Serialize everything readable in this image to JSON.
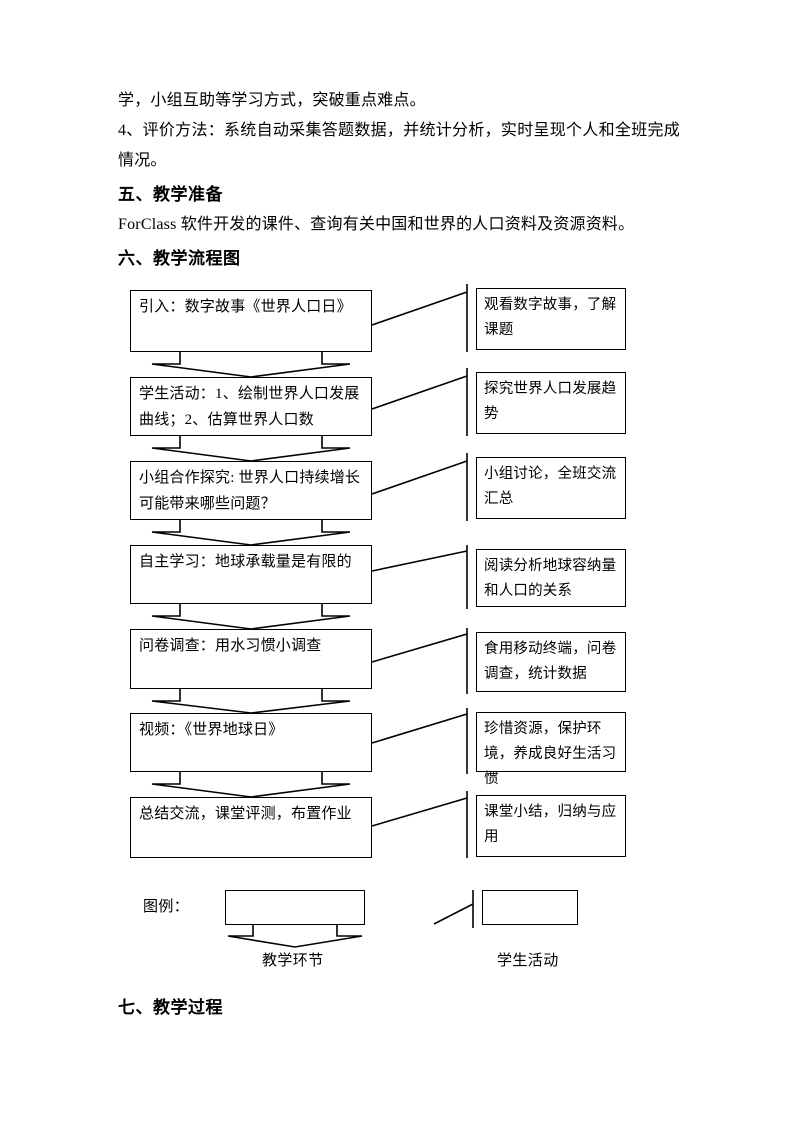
{
  "document": {
    "paragraphs": [
      "学，小组互助等学习方式，突破重点难点。",
      "4、评价方法：系统自动采集答题数据，并统计分析，实时呈现个人和全班完成情况。"
    ],
    "section_prep_heading": "五、教学准备",
    "section_prep_text": "ForClass 软件开发的课件、查询有关中国和世界的人口资料及资源资料。",
    "section_flow_heading": "六、教学流程图",
    "section_process_heading": "七、教学过程"
  },
  "flowchart": {
    "steps": [
      {
        "teaching": "引入：数字故事《世界人口日》",
        "activity": "观看数字故事，了解课题"
      },
      {
        "teaching": "学生活动：1、绘制世界人口发展曲线；2、估算世界人口数",
        "activity": "探究世界人口发展趋势"
      },
      {
        "teaching": "小组合作探究: 世界人口持续增长可能带来哪些问题？",
        "activity": "小组讨论，全班交流汇总"
      },
      {
        "teaching": "自主学习：地球承载量是有限的",
        "activity": "阅读分析地球容纳量和人口的关系"
      },
      {
        "teaching": "问卷调查：用水习惯小调查",
        "activity": "食用移动终端，问卷调查，统计数据"
      },
      {
        "teaching": "视频：《世界地球日》",
        "activity": "珍惜资源，保护环境，养成良好生活习惯"
      },
      {
        "teaching": "总结交流，课堂评测，布置作业",
        "activity": "课堂小结，归纳与应用"
      }
    ],
    "legend": {
      "title": "图例：",
      "teaching_label": "教学环节",
      "activity_label": "学生活动"
    }
  },
  "colors": {
    "ink": "#000000",
    "paper": "#ffffff"
  }
}
